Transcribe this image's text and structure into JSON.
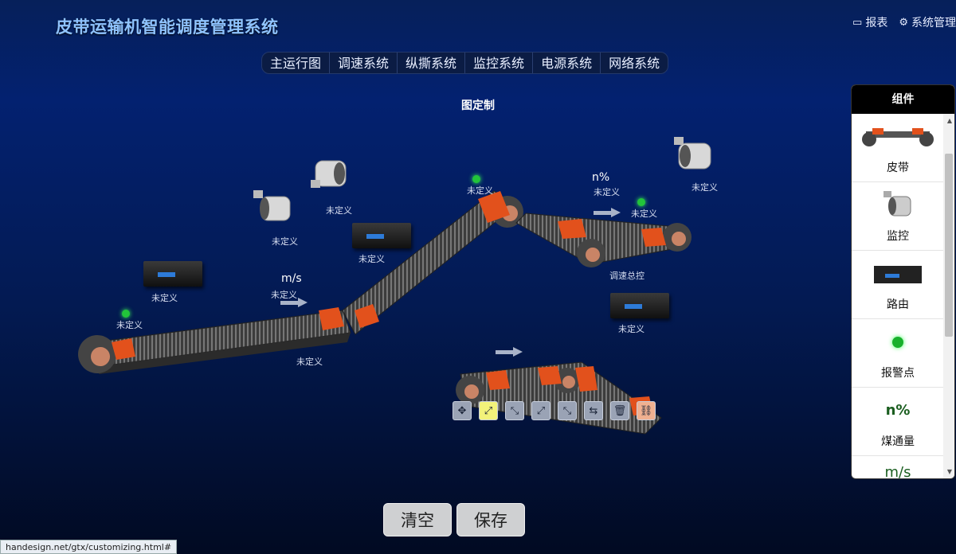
{
  "header": {
    "title": "皮带运输机智能调度管理系统",
    "report_label": "报表",
    "report_icon": "report-icon",
    "settings_label": "系统管理",
    "settings_icon": "gear-icon"
  },
  "nav": {
    "items": [
      {
        "label": "主运行图"
      },
      {
        "label": "调速系统"
      },
      {
        "label": "纵撕系统"
      },
      {
        "label": "监控系统"
      },
      {
        "label": "电源系统"
      },
      {
        "label": "网络系统"
      }
    ]
  },
  "canvas": {
    "title": "图定制",
    "labels": {
      "undefined": "未定义",
      "speed_ctrl": "调速总控",
      "ms": "m/s",
      "npct": "n%"
    }
  },
  "toolbar": {
    "tools": [
      {
        "name": "move-tool",
        "glyph": "✥"
      },
      {
        "name": "resize-tool",
        "glyph": "⤢"
      },
      {
        "name": "shrink-tool",
        "glyph": "⤡"
      },
      {
        "name": "expand-tool",
        "glyph": "⤢"
      },
      {
        "name": "shrink2-tool",
        "glyph": "⤡"
      },
      {
        "name": "swap-tool",
        "glyph": "⇆"
      },
      {
        "name": "delete-tool",
        "glyph": "🗑"
      },
      {
        "name": "link-tool",
        "glyph": "⛓"
      }
    ]
  },
  "buttons": {
    "clear": "清空",
    "save": "保存"
  },
  "status_url": "handesign.net/gtx/customizing.html#",
  "panel": {
    "title": "组件",
    "items": [
      {
        "label": "皮带",
        "icon": "belt-icon"
      },
      {
        "label": "监控",
        "icon": "camera-icon"
      },
      {
        "label": "路由",
        "icon": "router-icon"
      },
      {
        "label": "报警点",
        "icon": "alarm-dot-icon"
      },
      {
        "label": "煤通量",
        "icon": "coal-flow-icon",
        "symbol": "n%"
      },
      {
        "label": "",
        "icon": "speed-icon",
        "symbol": "m/s"
      }
    ]
  },
  "colors": {
    "accent": "#8fc3ff",
    "alarm_green": "#22c43a",
    "belt_orange": "#e2511c"
  }
}
